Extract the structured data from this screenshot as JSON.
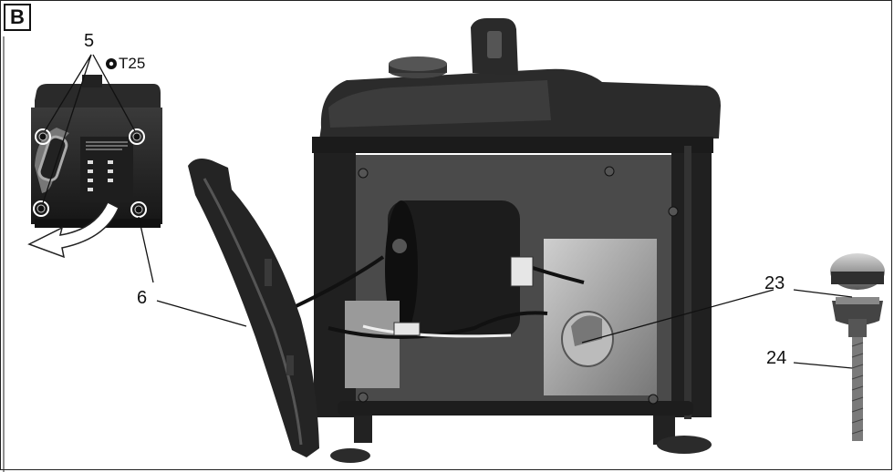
{
  "figure": {
    "panel_label": "B",
    "torx_label": "T25",
    "callouts": {
      "c5": "5",
      "c6": "6",
      "c23": "23",
      "c24": "24"
    }
  }
}
